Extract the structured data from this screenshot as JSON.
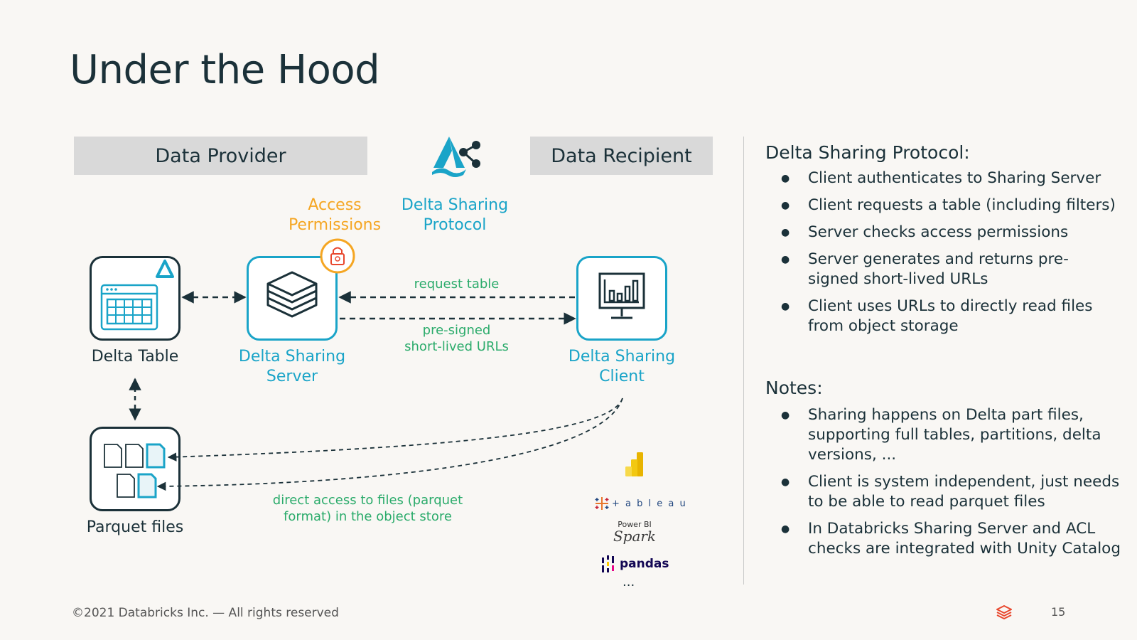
{
  "slide": {
    "title": "Under the Hood",
    "footer": "©2021 Databricks Inc. — All rights reserved",
    "page_number": "15"
  },
  "diagram": {
    "provider_header": "Data Provider",
    "recipient_header": "Data Recipient",
    "access_permissions": [
      "Access",
      "Permissions"
    ],
    "protocol_label": [
      "Delta Sharing",
      "Protocol"
    ],
    "delta_table": "Delta Table",
    "sharing_server": [
      "Delta Sharing",
      "Server"
    ],
    "sharing_client": [
      "Delta Sharing",
      "Client"
    ],
    "parquet_files": "Parquet files",
    "request_table": "request table",
    "presigned": [
      "pre-signed",
      "short-lived URLs"
    ],
    "direct_access": [
      "direct access to files (parquet",
      "format) in the object store"
    ],
    "client_logos": {
      "tableau": "+ a b l e a u",
      "spark_top": "Power BI",
      "spark": "Spark",
      "pandas": "pandas",
      "more": "..."
    }
  },
  "protocol_panel": {
    "heading": "Delta Sharing Protocol:",
    "items": [
      "Client authenticates to Sharing Server",
      "Client requests a table (including filters)",
      "Server checks access permissions",
      "Server generates and returns pre-signed short-lived URLs",
      "Client uses URLs to directly read files from object storage"
    ]
  },
  "notes_panel": {
    "heading": "Notes:",
    "items": [
      "Sharing happens on Delta part files, supporting full tables, partitions, delta versions, ...",
      "Client is system independent, just needs to be able to read parquet files",
      "In Databricks Sharing Server and ACL checks are integrated with Unity Catalog"
    ]
  },
  "colors": {
    "teal": "#1aa4c8",
    "dark": "#1b3139",
    "orange": "#f5a623",
    "green": "#2bab6b",
    "red": "#e8472d"
  }
}
